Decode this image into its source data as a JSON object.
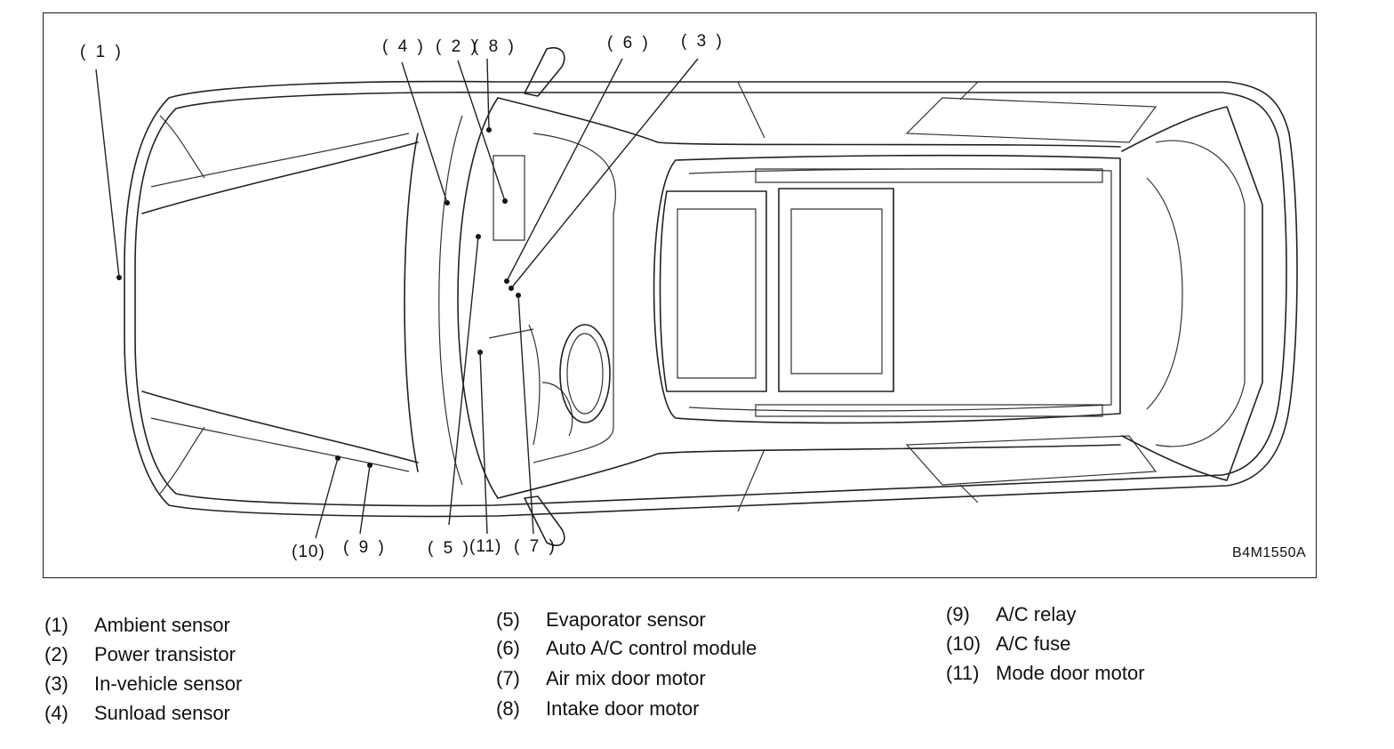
{
  "figure": {
    "code": "B4M1550A",
    "callouts": [
      {
        "id": 1,
        "label": "( 1 )"
      },
      {
        "id": 2,
        "label": "( 2 )"
      },
      {
        "id": 3,
        "label": "( 3 )"
      },
      {
        "id": 4,
        "label": "( 4 )"
      },
      {
        "id": 5,
        "label": "( 5 )"
      },
      {
        "id": 6,
        "label": "( 6 )"
      },
      {
        "id": 7,
        "label": "( 7 )"
      },
      {
        "id": 8,
        "label": "( 8 )"
      },
      {
        "id": 9,
        "label": "( 9 )"
      },
      {
        "id": 10,
        "label": "(10)"
      },
      {
        "id": 11,
        "label": "(11)"
      }
    ]
  },
  "legend": [
    {
      "num": "(1)",
      "text": "Ambient sensor"
    },
    {
      "num": "(2)",
      "text": "Power transistor"
    },
    {
      "num": "(3)",
      "text": "In-vehicle sensor"
    },
    {
      "num": "(4)",
      "text": "Sunload sensor"
    },
    {
      "num": "(5)",
      "text": "Evaporator sensor"
    },
    {
      "num": "(6)",
      "text": "Auto A/C control module"
    },
    {
      "num": "(7)",
      "text": "Air mix door motor"
    },
    {
      "num": "(8)",
      "text": "Intake door motor"
    },
    {
      "num": "(9)",
      "text": "A/C relay"
    },
    {
      "num": "(10)",
      "text": "A/C fuse"
    },
    {
      "num": "(11)",
      "text": "Mode door motor"
    }
  ]
}
